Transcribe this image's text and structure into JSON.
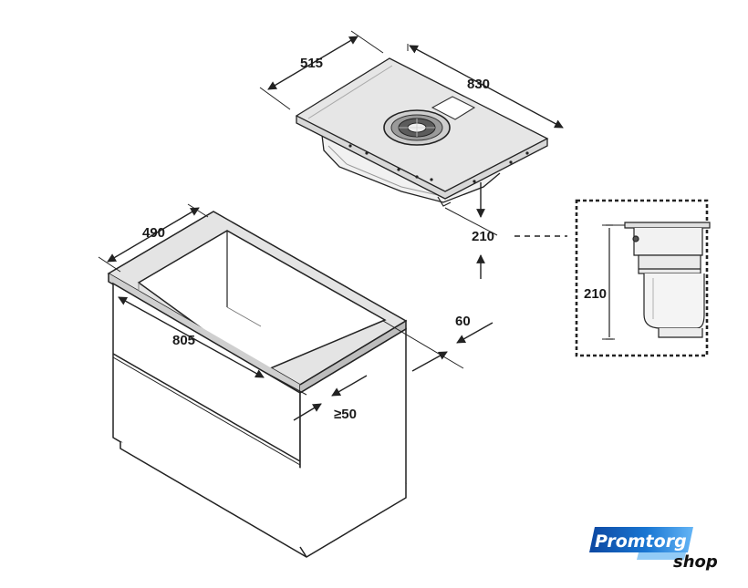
{
  "dimensions": {
    "hob_depth": "515",
    "hob_width": "830",
    "hob_height": "210",
    "cutout_depth": "490",
    "cutout_width": "805",
    "wall_gap": "60",
    "front_gap": "≥50",
    "detail_height": "210"
  },
  "logo": {
    "brand": "Promtorg",
    "suffix": "shop",
    "colors": {
      "blue": "#1565c0",
      "light_blue": "#4aa8f0"
    }
  },
  "icons": {
    "extractor_fan": "fan-grille-icon",
    "controls": "control-panel-icon"
  },
  "colors": {
    "line": "#222222",
    "panel": "#e4e4e4",
    "panel_dark": "#bdbdbd"
  }
}
